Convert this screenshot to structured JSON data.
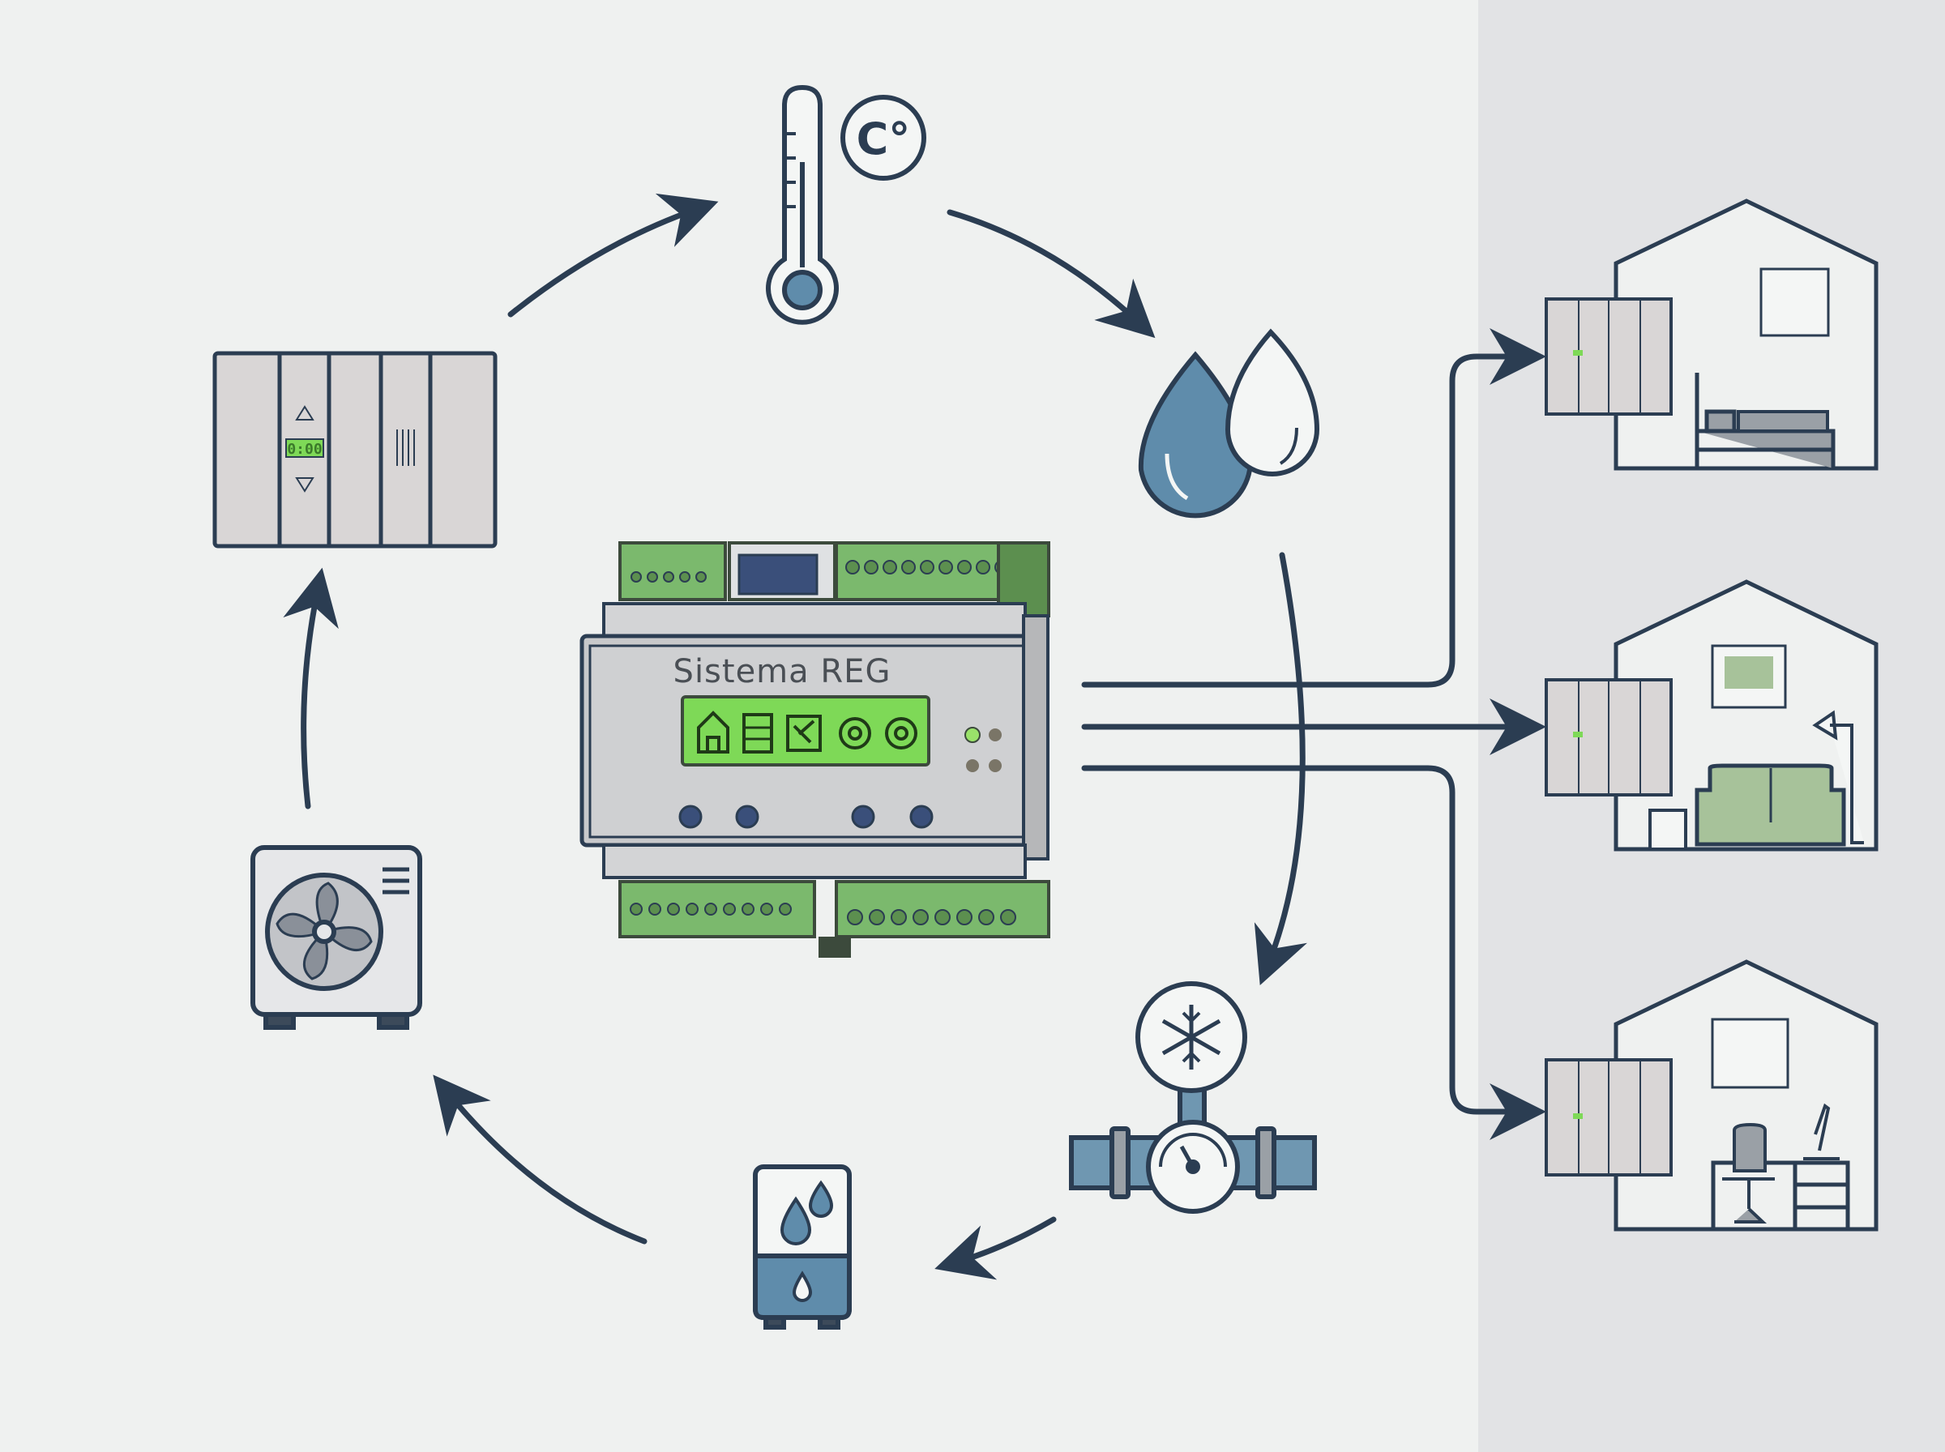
{
  "controller": {
    "title": "Sistema REG",
    "screen_icons": [
      "house-icon",
      "calculator-icon",
      "map-icon",
      "gear-icon",
      "gear-icon"
    ],
    "status_led_color": "#9ae26a"
  },
  "cycle": {
    "nodes": [
      "radiator-icon",
      "thermometer-icon",
      "water-drops-icon",
      "chiller-valve-icon",
      "water-tank-icon",
      "heat-pump-icon"
    ],
    "arrow_color": "#2b3d52"
  },
  "thermometer": {
    "unit_badge": "C°"
  },
  "radiator": {
    "display": "0:00"
  },
  "rooms": [
    {
      "name": "bedroom-house-icon"
    },
    {
      "name": "living-room-house-icon"
    },
    {
      "name": "office-house-icon"
    }
  ],
  "colors": {
    "background": "#eff1f0",
    "right_panel": "#e3e4e6",
    "lcd_green": "#7ed957",
    "terminal_green": "#7bb96d",
    "water_blue": "#5f8cab",
    "outline": "#2b3d52"
  }
}
